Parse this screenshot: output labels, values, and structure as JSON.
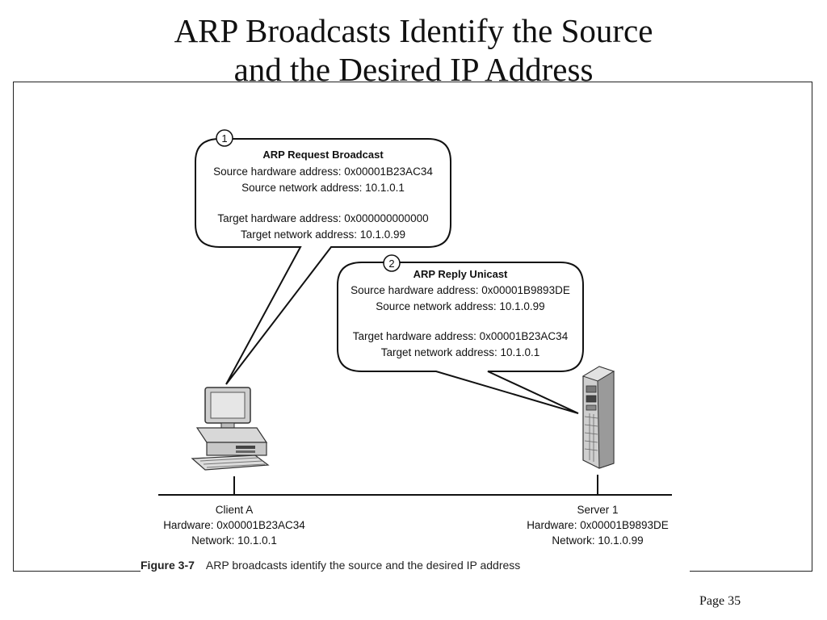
{
  "slide": {
    "title_line1": "ARP Broadcasts Identify the Source",
    "title_line2": "and the Desired IP Address",
    "page_label": "Page 35"
  },
  "request": {
    "step": "1",
    "heading": "ARP Request Broadcast",
    "lines": [
      "Source hardware address: 0x00001B23AC34",
      "Source network address: 10.1.0.1",
      "Target hardware address: 0x000000000000",
      "Target network address: 10.1.0.99"
    ]
  },
  "reply": {
    "step": "2",
    "heading": "ARP Reply Unicast",
    "lines": [
      "Source hardware address: 0x00001B9893DE",
      "Source network address: 10.1.0.99",
      "Target hardware address: 0x00001B23AC34",
      "Target network address: 10.1.0.1"
    ]
  },
  "client": {
    "name": "Client A",
    "hardware": "Hardware: 0x00001B23AC34",
    "network": "Network: 10.1.0.1"
  },
  "server": {
    "name": "Server 1",
    "hardware": "Hardware: 0x00001B9893DE",
    "network": "Network: 10.1.0.99"
  },
  "figure": {
    "number": "Figure 3-7",
    "caption": "ARP broadcasts identify the source and the desired IP address"
  }
}
